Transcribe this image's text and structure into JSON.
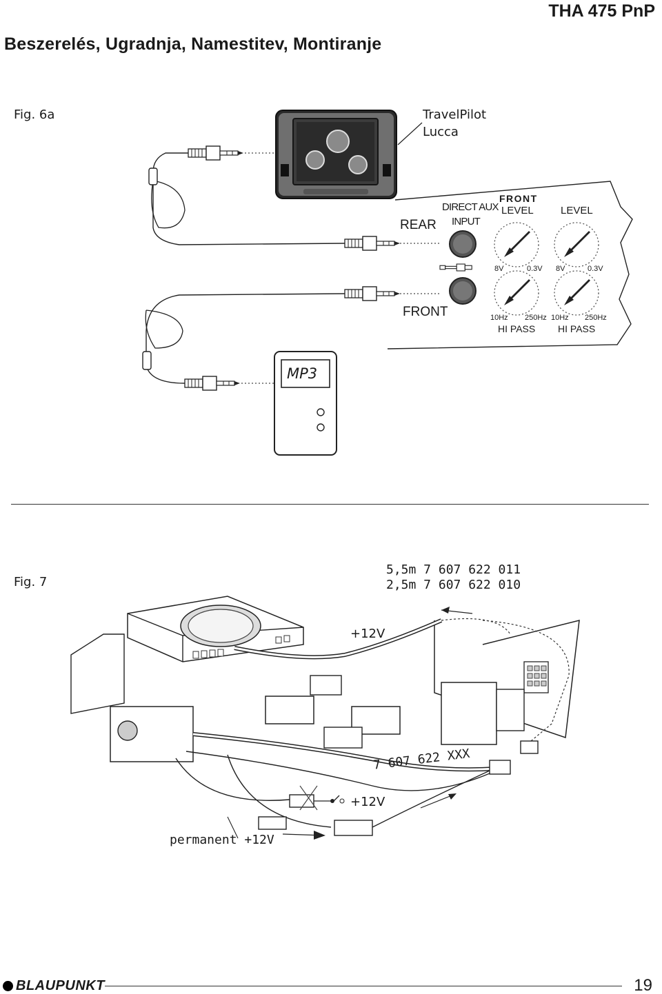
{
  "header": {
    "model": "THA 475 PnP",
    "title": "Beszerelés, Ugradnja, Namestitev, Montiranje"
  },
  "fig6a": {
    "label": "Fig. 6a",
    "device_name_1": "TravelPilot",
    "device_name_2": "Lucca",
    "rear": "REAR",
    "front": "FRONT",
    "direct_aux_1": "DIRECT AUX",
    "direct_aux_2": "INPUT",
    "front_level_1": "FRONT",
    "front_level_2": "LEVEL",
    "level": "LEVEL",
    "level_max_1": "8V",
    "level_min_1": "0.3V",
    "level_max_2": "8V",
    "level_min_2": "0.3V",
    "hp_low_1": "10Hz",
    "hp_high_1": "250Hz",
    "hp_low_2": "10Hz",
    "hp_high_2": "250Hz",
    "hipass_1": "HI PASS",
    "hipass_2": "HI PASS",
    "mp3": "MP3"
  },
  "fig7": {
    "label": "Fig. 7",
    "cable_1": "5,5m 7 607 622 011",
    "cable_2": "2,5m 7 607 622 010",
    "plus12_top": "+12V",
    "part_no": "7 607 622  XXX",
    "plus12_switch": "+12V",
    "permanent": "permanent +12V"
  },
  "footer": {
    "brand": "BLAUPUNKT",
    "page": "19"
  }
}
